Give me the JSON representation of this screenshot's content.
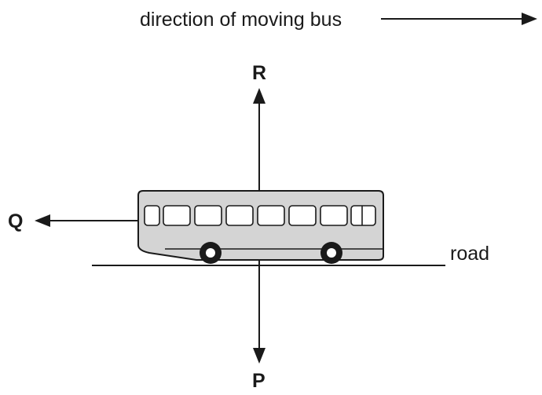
{
  "direction_label": "direction of moving bus",
  "road_label": "road",
  "forces": {
    "up": "R",
    "down": "P",
    "left": "Q"
  },
  "colors": {
    "bus_body": "#d4d4d4",
    "window": "#ffffff",
    "line": "#1a1a1a"
  }
}
